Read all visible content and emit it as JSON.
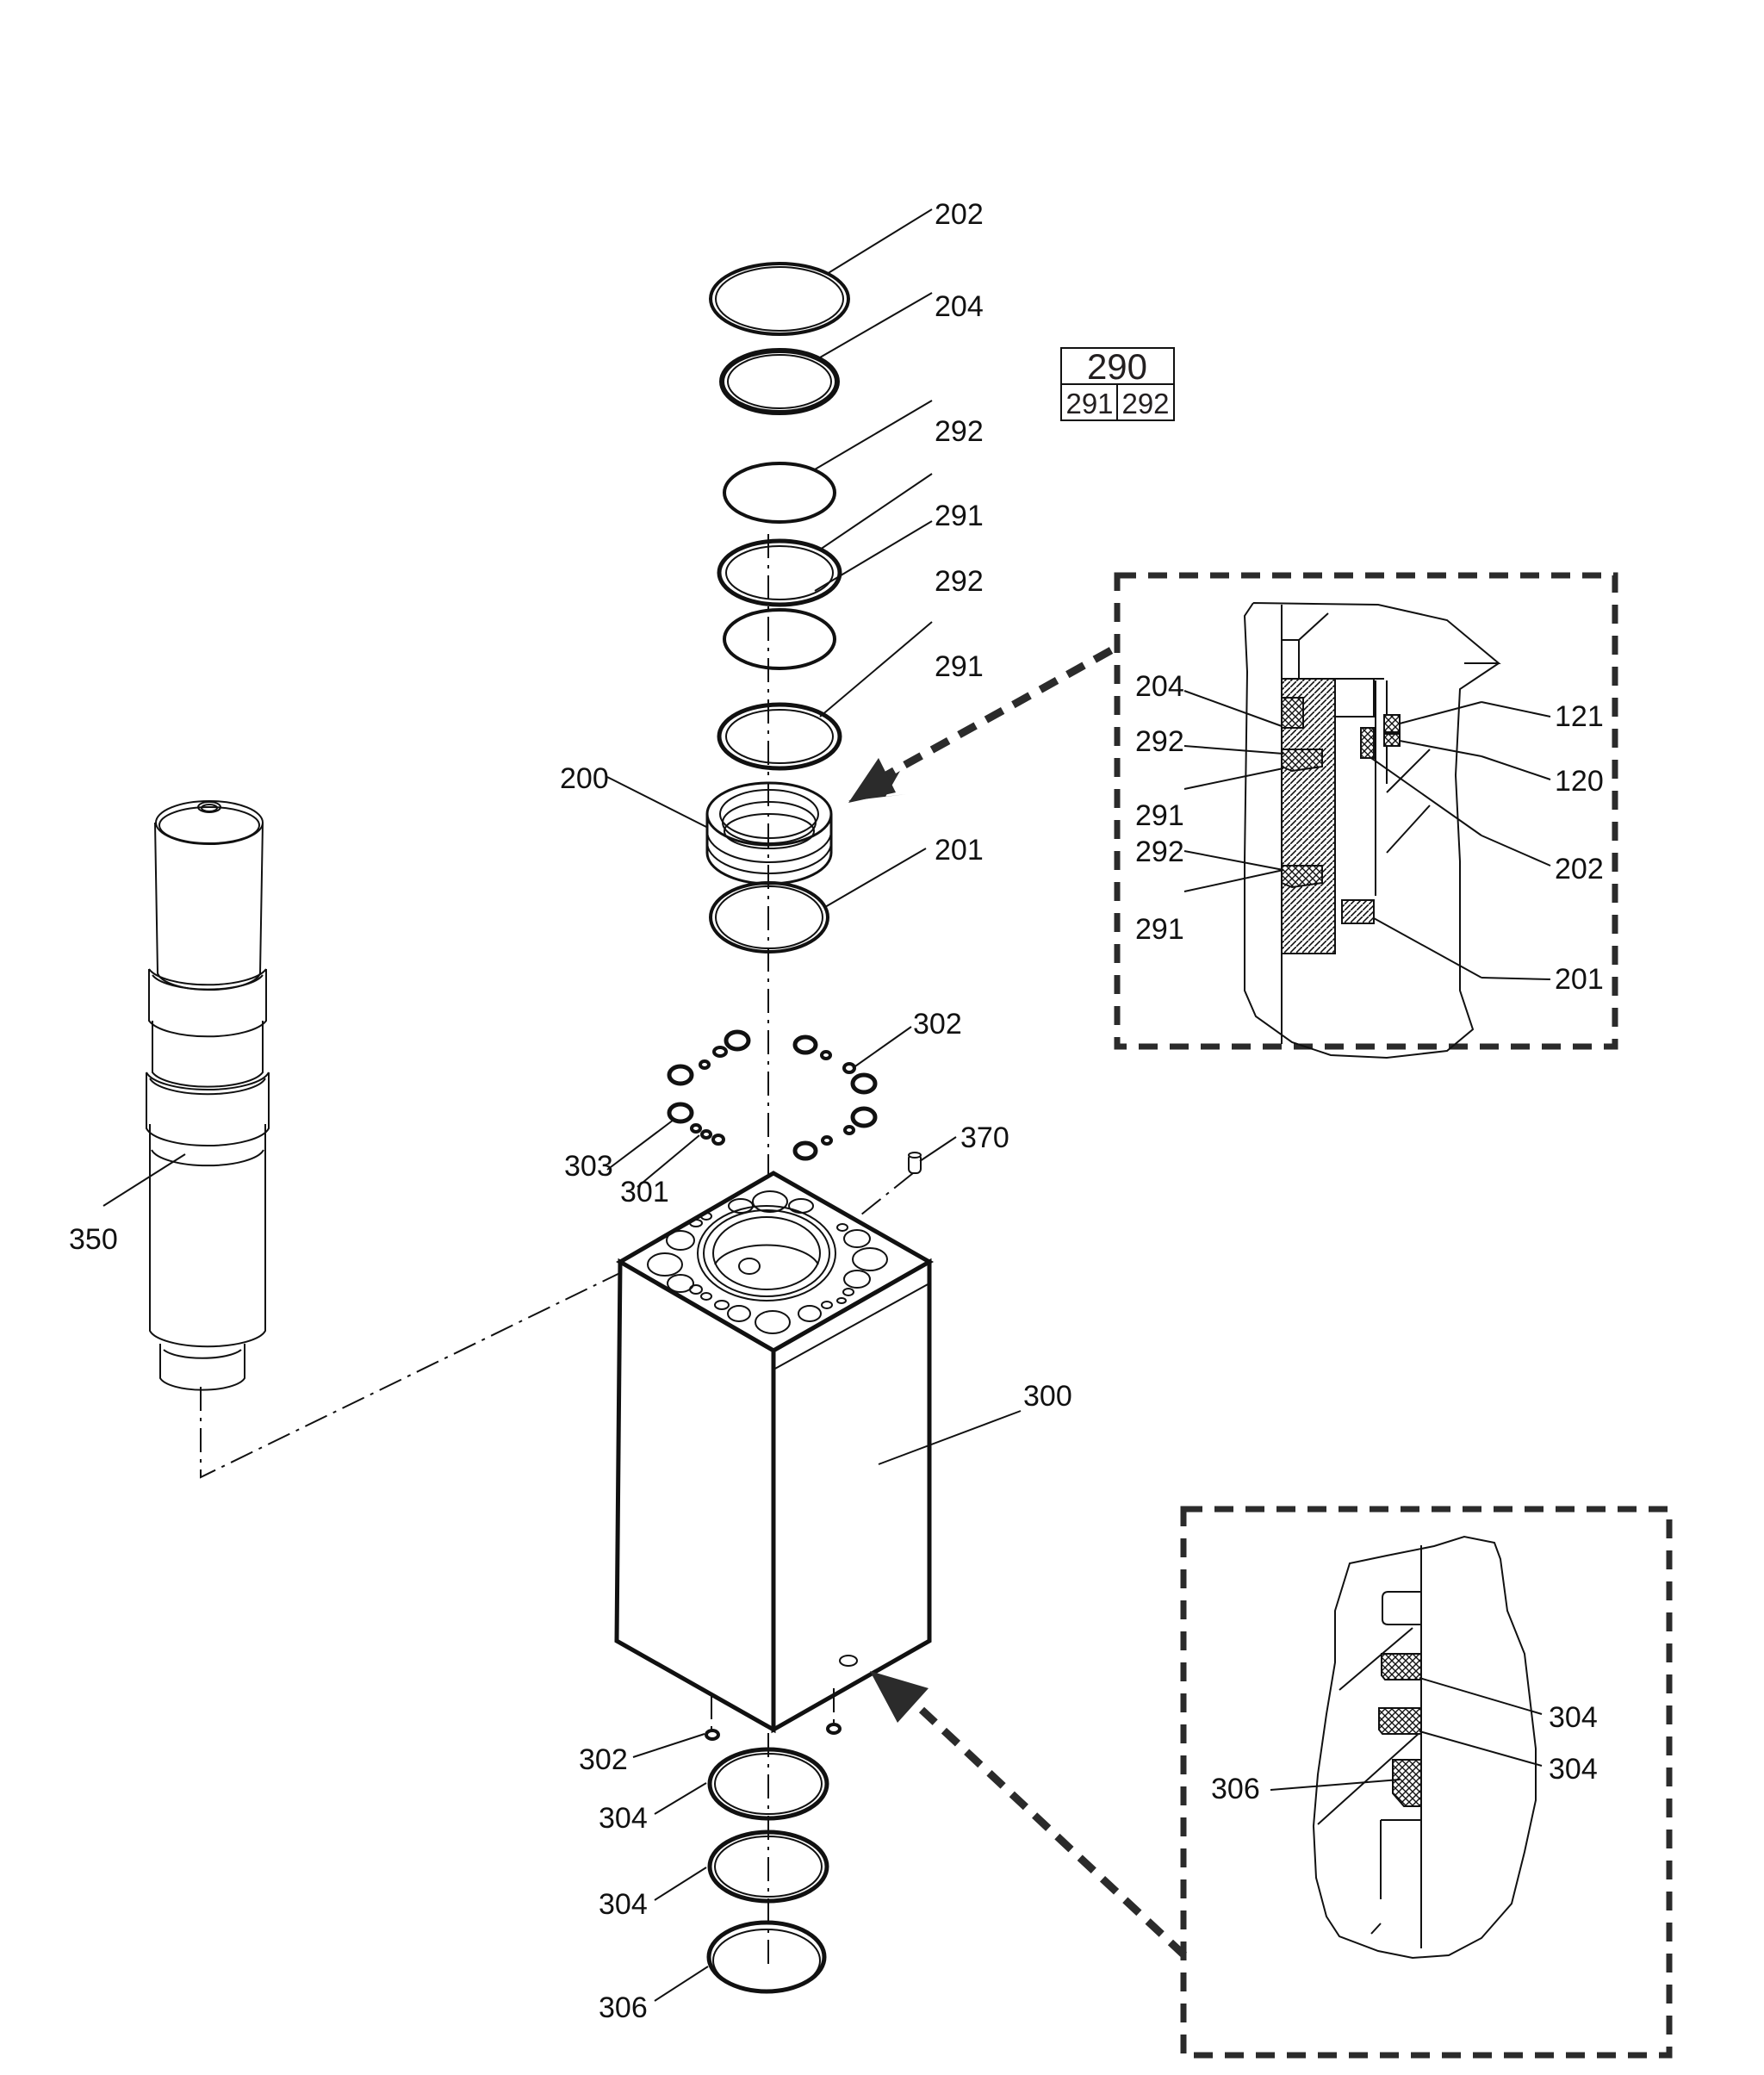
{
  "diagram": {
    "type": "exploded-parts-view",
    "legend_table": {
      "header": "290",
      "cells": [
        "291",
        "292"
      ]
    },
    "ring_stack_labels": {
      "r202": "202",
      "r204": "204",
      "r292a": "292",
      "r291a": "291",
      "r292b": "292",
      "r291b": "291",
      "r200": "200",
      "r201": "201"
    },
    "oring_labels": {
      "l302_top": "302",
      "l303": "303",
      "l301": "301",
      "l370": "370"
    },
    "shaft_label": "350",
    "block_label": "300",
    "bottom_labels": {
      "l302_bottom": "302",
      "l304a": "304",
      "l304b": "304",
      "l306": "306"
    },
    "detail_upper": {
      "left_labels": [
        "204",
        "292",
        "291",
        "292",
        "291"
      ],
      "right_labels": [
        "121",
        "120",
        "202",
        "201"
      ]
    },
    "detail_lower": {
      "right_labels": [
        "304",
        "304"
      ],
      "left_labels": [
        "306"
      ]
    }
  }
}
